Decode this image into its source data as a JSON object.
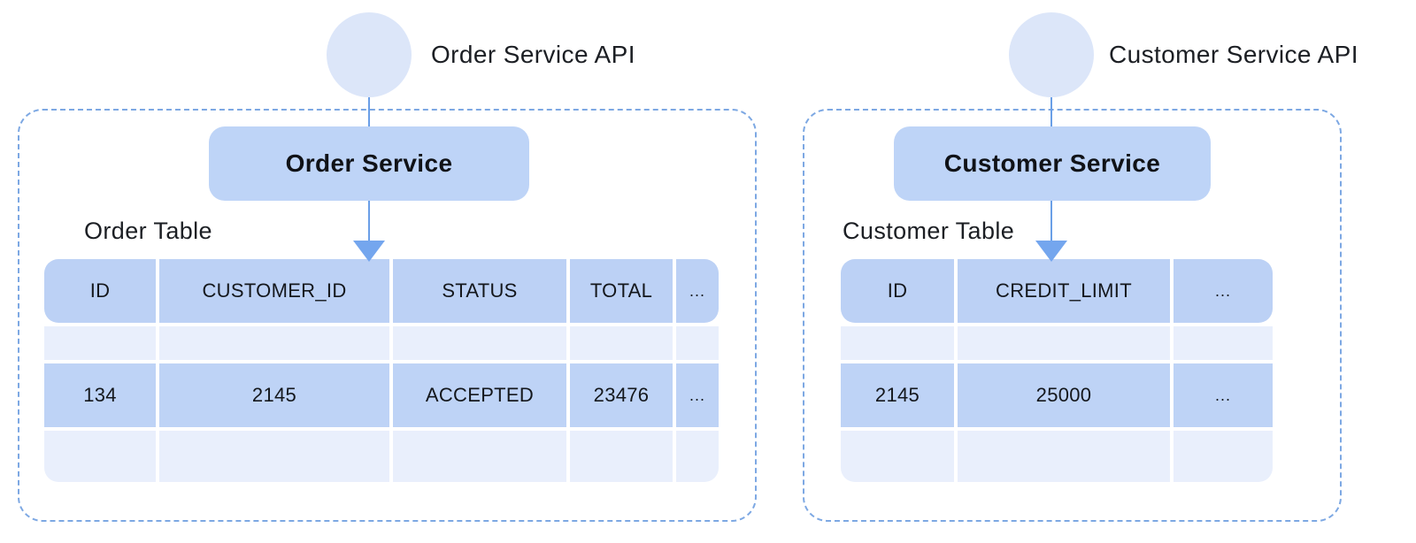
{
  "diagram": {
    "services": [
      {
        "api_label": "Order Service API",
        "service_name": "Order Service",
        "table_label": "Order Table",
        "table": {
          "columns": [
            "ID",
            "CUSTOMER_ID",
            "STATUS",
            "TOTAL",
            "..."
          ],
          "rows": [
            [
              "",
              "",
              "",
              "",
              ""
            ],
            [
              "134",
              "2145",
              "ACCEPTED",
              "23476",
              "..."
            ],
            [
              "",
              "",
              "",
              "",
              ""
            ]
          ]
        }
      },
      {
        "api_label": "Customer Service API",
        "service_name": "Customer Service",
        "table_label": "Customer Table",
        "table": {
          "columns": [
            "ID",
            "CREDIT_LIMIT",
            "..."
          ],
          "rows": [
            [
              "",
              "",
              ""
            ],
            [
              "2145",
              "25000",
              "..."
            ],
            [
              "",
              "",
              ""
            ]
          ]
        }
      }
    ],
    "colors": {
      "api_circle_fill": "#dce6f9",
      "service_box_fill": "#bed4f7",
      "table_header_fill": "#bcd1f5",
      "table_row_fill": "#bed3f6",
      "table_empty_row_fill": "#e9effc",
      "dashed_border": "#7da8e3",
      "arrow": "#6a9fe7",
      "text": "#16181d"
    }
  }
}
